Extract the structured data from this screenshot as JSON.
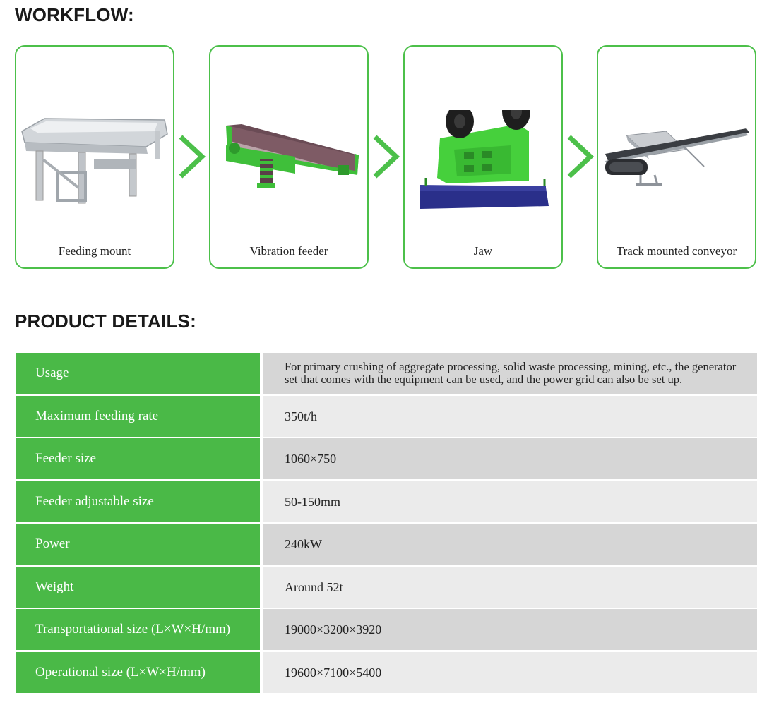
{
  "workflow": {
    "heading": "WORKFLOW:",
    "steps": [
      {
        "label": "Feeding mount",
        "icon": "feeding-mount-machine-icon"
      },
      {
        "label": "Vibration feeder",
        "icon": "vibration-feeder-machine-icon"
      },
      {
        "label": "Jaw",
        "icon": "jaw-crusher-machine-icon"
      },
      {
        "label": "Track mounted conveyor",
        "icon": "track-conveyor-machine-icon"
      }
    ]
  },
  "details": {
    "heading": "PRODUCT DETAILS:",
    "rows": [
      {
        "label": "Usage",
        "value": "For primary crushing of aggregate processing, solid waste processing, mining, etc., the generator set that comes with the equipment can be used, and the power grid can also be set up."
      },
      {
        "label": "Maximum feeding rate",
        "value": "350t/h"
      },
      {
        "label": "Feeder size",
        "value": "1060×750"
      },
      {
        "label": "Feeder adjustable size",
        "value": "50-150mm"
      },
      {
        "label": "Power",
        "value": "240kW"
      },
      {
        "label": "Weight",
        "value": "Around 52t"
      },
      {
        "label": "Transportational size (L×W×H/mm)",
        "value": "19000×3200×3920"
      },
      {
        "label": "Operational size (L×W×H/mm)",
        "value": "19600×7100×5400"
      }
    ]
  },
  "colors": {
    "accent_green": "#4ab947",
    "row_dark": "#d6d6d6",
    "row_light": "#ebebeb"
  }
}
